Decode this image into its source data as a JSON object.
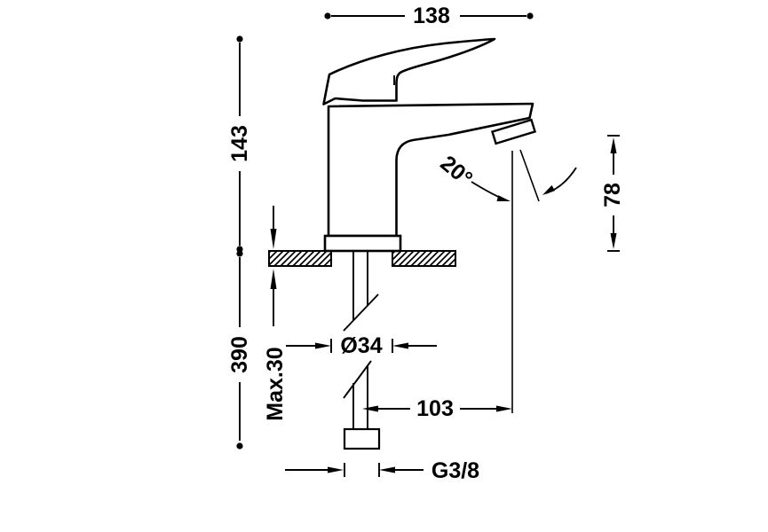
{
  "page": {
    "background": "#ffffff",
    "ink": "#000000"
  },
  "drawing": {
    "labels": {
      "top_width": "138",
      "upper_height": "143",
      "lower_height": "390",
      "deck_thickness": "Max.30",
      "hole_diameter": "Ø34",
      "spout_reach": "103",
      "connection_thread": "G3/8",
      "spout_angle": "20°",
      "outlet_height": "78"
    }
  }
}
